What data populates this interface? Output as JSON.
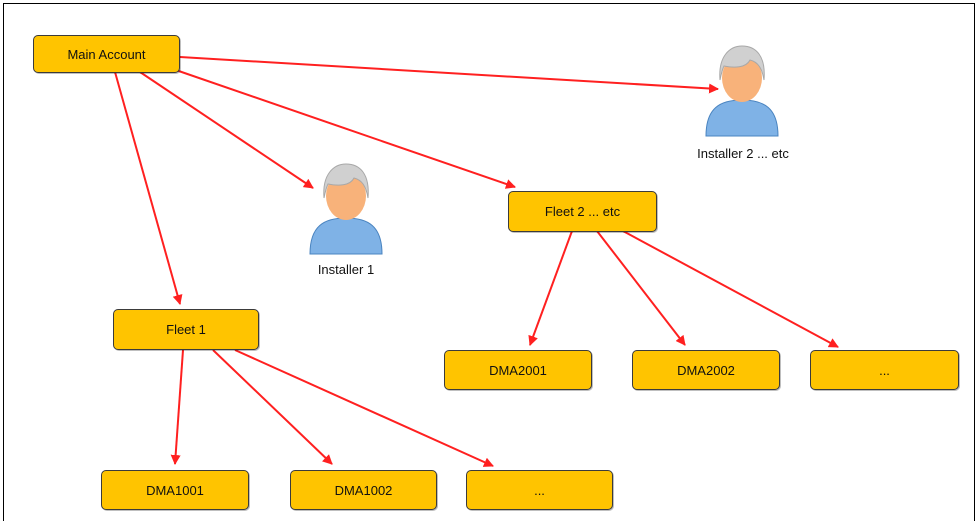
{
  "nodes": {
    "main_account": "Main Account",
    "fleet1": "Fleet 1",
    "fleet2": "Fleet 2 ... etc",
    "dma1001": "DMA1001",
    "dma1002": "DMA1002",
    "fleet1_more": "...",
    "dma2001": "DMA2001",
    "dma2002": "DMA2002",
    "fleet2_more": "..."
  },
  "users": {
    "installer1": "Installer 1",
    "installer2": "Installer 2 ... etc"
  },
  "colors": {
    "node_fill": "#FFC400",
    "edge": "#FF2020",
    "user_body": "#7FB2E6",
    "user_skin": "#F8B27A",
    "user_hair": "#C8C8C8"
  }
}
